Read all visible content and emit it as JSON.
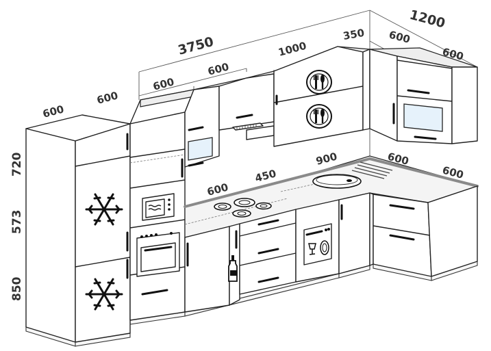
{
  "dimensions": {
    "upper_total": "3750",
    "corner_total": "1200",
    "upper_600_a": "600",
    "upper_600_b": "600",
    "upper_1000": "1000",
    "upper_350": "350",
    "corner_upper_600_a": "600",
    "corner_upper_600_b": "600",
    "fridge_600_depth": "600",
    "fridge_600_width": "600",
    "base_600": "600",
    "base_450": "450",
    "base_900": "900",
    "corner_base_600_a": "600",
    "corner_base_600_b": "600",
    "height_720": "720",
    "height_573": "573",
    "height_850": "850"
  },
  "colors": {
    "line": "#222222",
    "glass": "#e6f2fb",
    "counter_edge": "#8a8a8a"
  },
  "icons": [
    "snowflake-icon",
    "microwave-icon",
    "oven-icon",
    "cutlery-icon",
    "hob-burner-icon",
    "sink-icon",
    "dishwasher-icon",
    "bottle-icon",
    "range-hood-icon"
  ]
}
